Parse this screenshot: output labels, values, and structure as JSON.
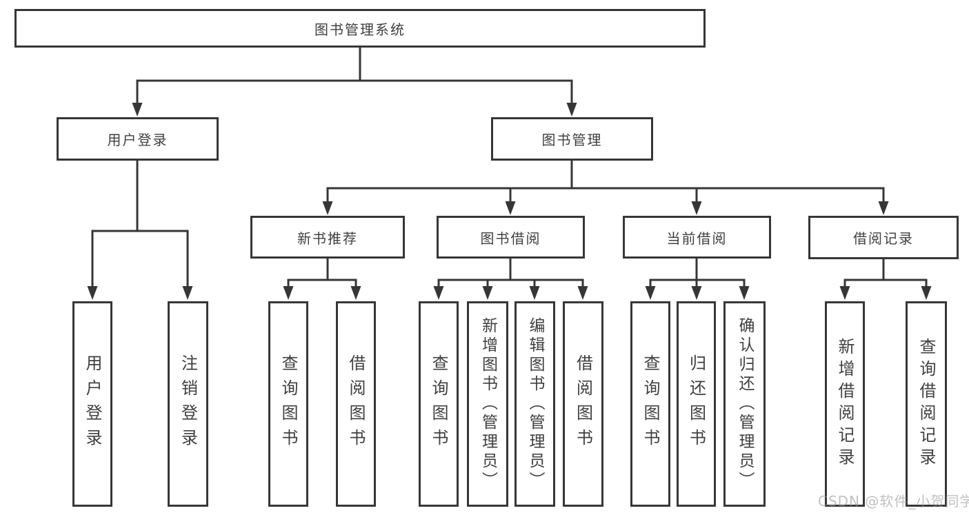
{
  "diagram": {
    "root": {
      "label": "图书管理系统",
      "children": [
        {
          "label": "用户登录",
          "children": [
            {
              "label": "用户登录"
            },
            {
              "label": "注销登录"
            }
          ]
        },
        {
          "label": "图书管理",
          "children": [
            {
              "label": "新书推荐",
              "children": [
                {
                  "label": "查询图书"
                },
                {
                  "label": "借阅图书"
                }
              ]
            },
            {
              "label": "图书借阅",
              "children": [
                {
                  "label": "查询图书"
                },
                {
                  "label": "新增图书（管理员）"
                },
                {
                  "label": "编辑图书（管理员）"
                },
                {
                  "label": "借阅图书"
                }
              ]
            },
            {
              "label": "当前借阅",
              "children": [
                {
                  "label": "查询图书"
                },
                {
                  "label": "归还图书"
                },
                {
                  "label": "确认归还（管理员）"
                }
              ]
            },
            {
              "label": "借阅记录",
              "children": [
                {
                  "label": "新增借阅记录"
                },
                {
                  "label": "查询借阅记录"
                }
              ]
            }
          ]
        }
      ]
    }
  },
  "watermark": {
    "text": "CSDN @软件_小贺同学"
  },
  "colors": {
    "line": "#363636",
    "text": "#3f3f3f",
    "background": "#ffffff",
    "watermark": "#9a9a9a"
  }
}
